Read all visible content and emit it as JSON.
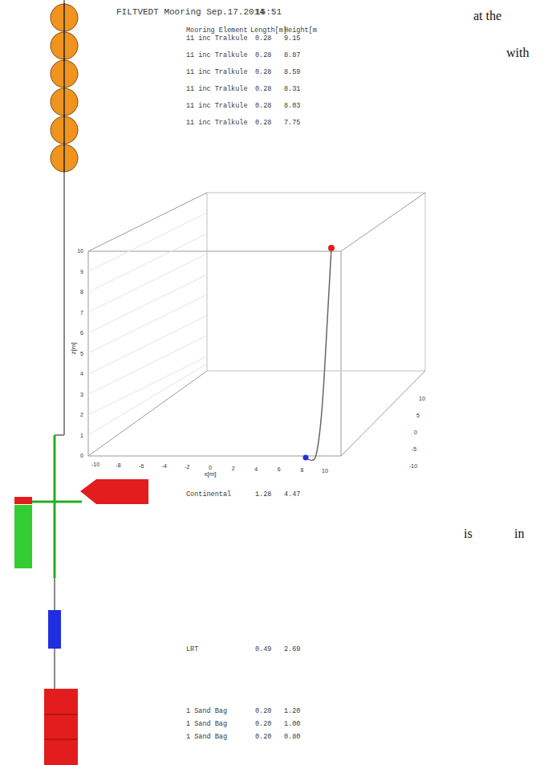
{
  "diagram": {
    "title": "FILTVEDT Mooring Sep.17.2014",
    "labels": [
      "15:51",
      "Mooring Element",
      "Length[m]",
      "Height[m",
      "11 inc Tralkule",
      "0.28",
      "9.15",
      "11 inc Tralkule",
      "0.28",
      "8.87",
      "11 inc Tralkule",
      "0.28",
      "8.59",
      "11 inc Tralkule",
      "0.28",
      "8.31",
      "11 inc Tralkule",
      "0.28",
      "8.03",
      "11 inc Tralkule",
      "0.28",
      "7.75",
      "Continental",
      "1.28",
      "4.47",
      "LRT",
      "0.49",
      "2.69",
      "1 Sand Bag",
      "0.20",
      "1.20",
      "1 Sand Bag",
      "0.20",
      "1.00",
      "1 Sand Bag",
      "0.20",
      "0.80",
      "10",
      "9",
      "8",
      "7",
      "6",
      "5",
      "4",
      "3",
      "2",
      "1",
      "0",
      "z[m]",
      "-10",
      "-8",
      "-6",
      "-4",
      "-2",
      "0",
      "2",
      "4",
      "6",
      "8",
      "10",
      "x[m]",
      "10",
      "5",
      "0",
      "-5",
      "-10",
      "at the",
      "with",
      "is",
      "in"
    ]
  }
}
